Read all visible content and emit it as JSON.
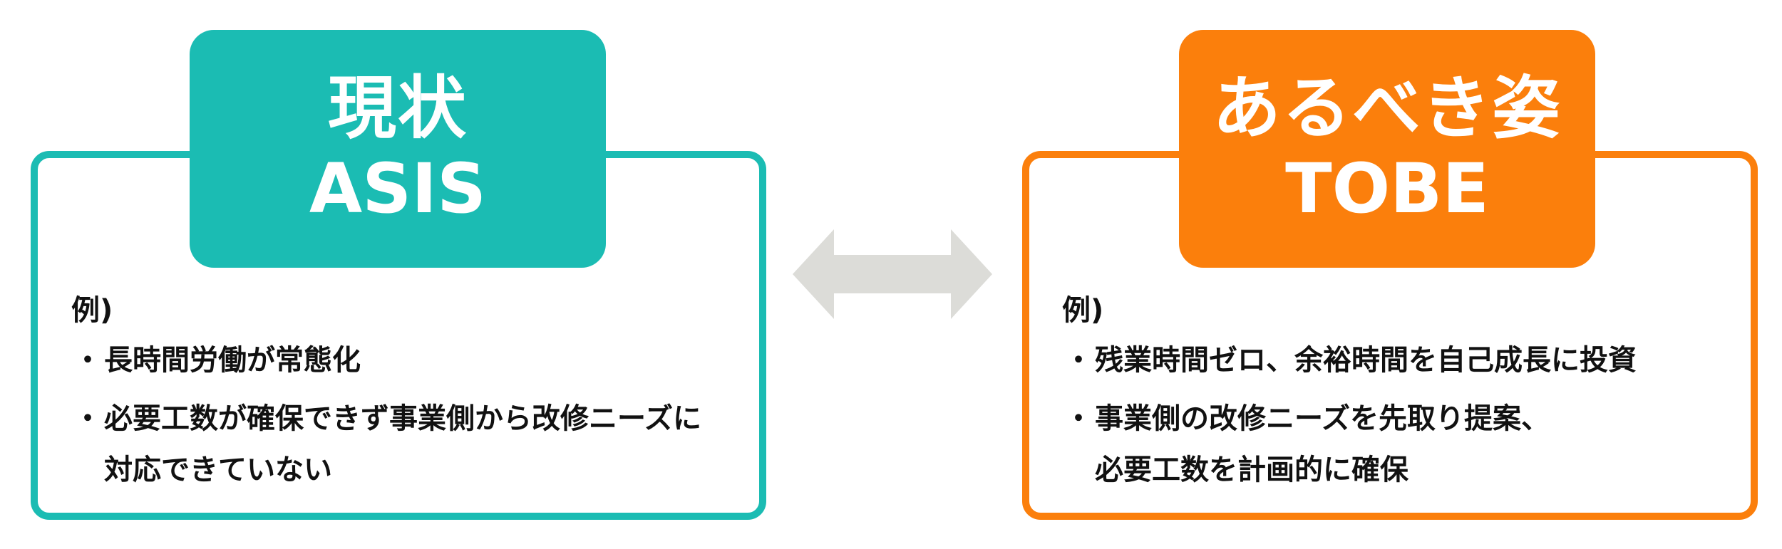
{
  "colors": {
    "asis": "#1bbcb3",
    "tobe": "#fb7f0c",
    "arrow": "#dcdcd8"
  },
  "left": {
    "title_line1": "現状",
    "title_line2": "ASIS",
    "example_label": "例)",
    "items": [
      {
        "bullet": "・",
        "text": "長時間労働が常態化"
      },
      {
        "bullet": "・",
        "text": "必要工数が確保できず事業側から改修ニーズに\n対応できていない"
      }
    ]
  },
  "right": {
    "title_line1": "あるべき姿",
    "title_line2": "TOBE",
    "example_label": "例)",
    "items": [
      {
        "bullet": "・",
        "text": "残業時間ゼロ、余裕時間を自己成長に投資"
      },
      {
        "bullet": "・",
        "text": "事業側の改修ニーズを先取り提案、\n必要工数を計画的に確保"
      }
    ]
  },
  "arrow": {
    "icon": "double-headed-arrow-icon"
  }
}
